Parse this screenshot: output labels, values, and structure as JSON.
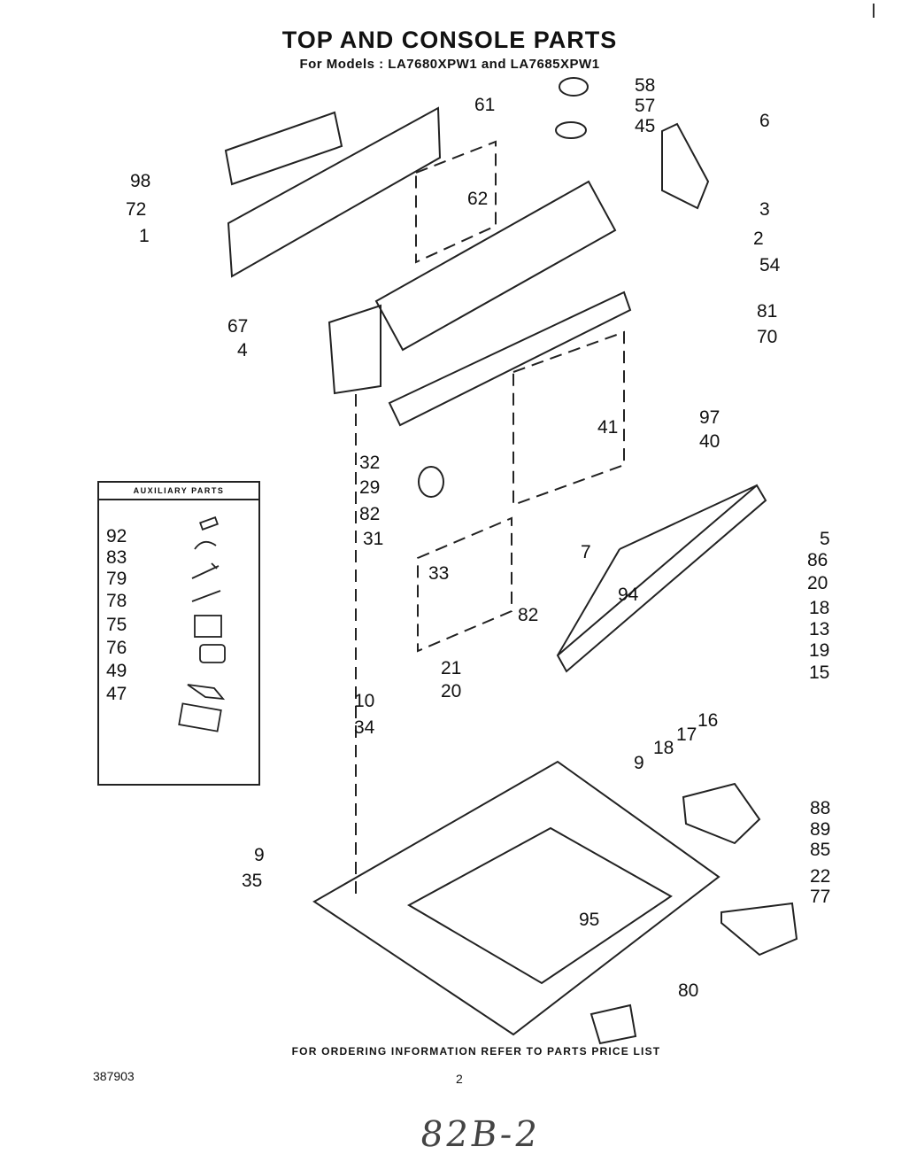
{
  "title": "TOP AND CONSOLE PARTS",
  "subtitle": "For Models : LA7680XPW1 and LA7685XPW1",
  "callouts": [
    "58",
    "57",
    "45",
    "61",
    "6",
    "98",
    "62",
    "3",
    "72",
    "2",
    "1",
    "54",
    "67",
    "81",
    "4",
    "70",
    "97",
    "40",
    "41",
    "32",
    "29",
    "82",
    "31",
    "5",
    "86",
    "33",
    "7",
    "20",
    "94",
    "18",
    "82",
    "13",
    "19",
    "21",
    "15",
    "20",
    "16",
    "17",
    "18",
    "10",
    "34",
    "9",
    "88",
    "89",
    "85",
    "9",
    "22",
    "35",
    "77",
    "95",
    "80"
  ],
  "auxiliary": {
    "heading": "AUXILIARY PARTS",
    "items": [
      "92",
      "83",
      "79",
      "78",
      "75",
      "76",
      "49",
      "47"
    ]
  },
  "footer": {
    "ordering_note": "FOR ORDERING INFORMATION REFER TO PARTS PRICE LIST",
    "document_number": "387903",
    "page_number": "2",
    "handwritten": "82B-2"
  }
}
